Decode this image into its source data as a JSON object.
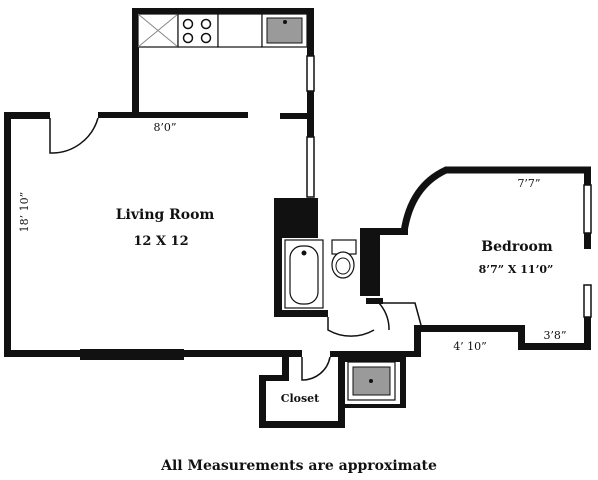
{
  "plan": {
    "rooms": {
      "living": {
        "name": "Living Room",
        "size": "12 X 12"
      },
      "bedroom": {
        "name": "Bedroom",
        "size": "8’7” X 11’0”"
      },
      "closet": {
        "name": "Closet"
      }
    },
    "dimensions": {
      "living_width": "8’0”",
      "living_height": "18’ 10”",
      "bedroom_top": "7’7”",
      "bedroom_bottom": "4’ 10”",
      "bedroom_right": "3’8”"
    },
    "fixtures": [
      "refrigerator",
      "range",
      "kitchen-sink",
      "bathtub",
      "toilet",
      "bathroom-sink",
      "closet-sink"
    ],
    "footnote": "All Measurements are approximate"
  }
}
